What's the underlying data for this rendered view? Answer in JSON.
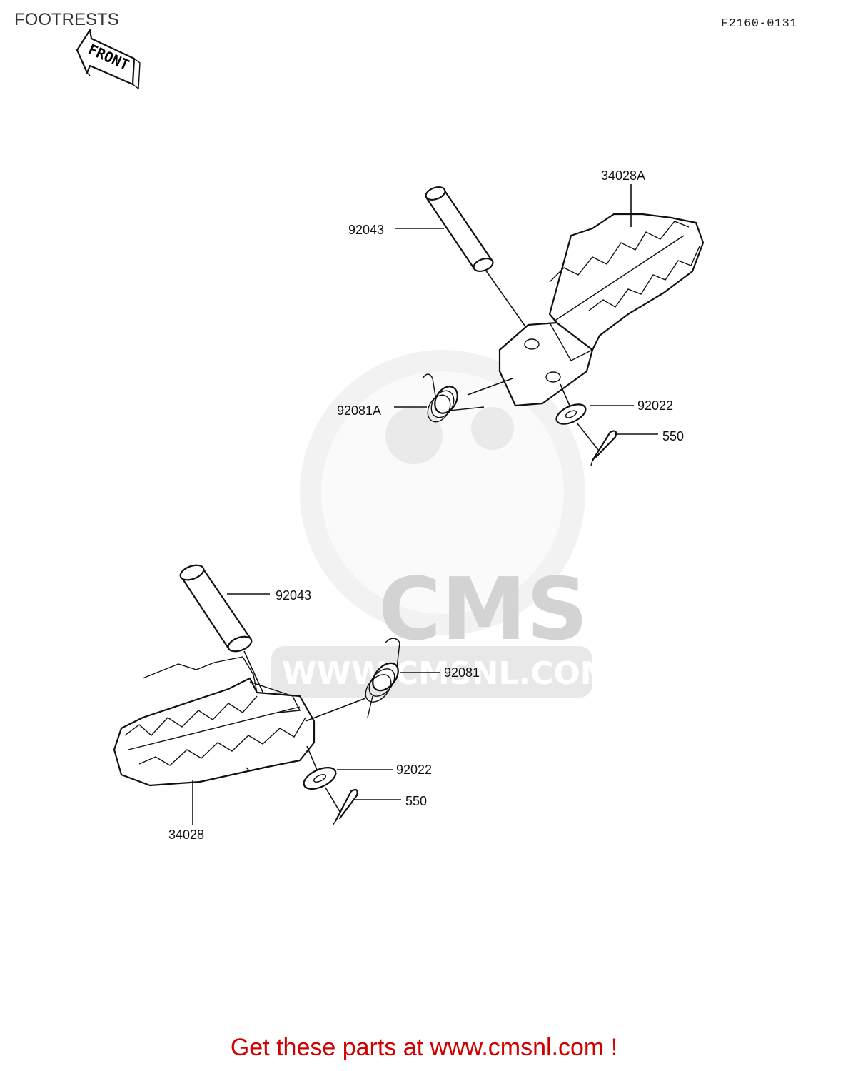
{
  "title": "FOOTRESTS",
  "figure_code": "F2160-0131",
  "front_arrow_label": "FRONT",
  "watermark": {
    "logo_text": "CMS",
    "url_text": "WWW.CMSNL.COM"
  },
  "footer": "Get these parts at www.cmsnl.com !",
  "callouts": {
    "upper": {
      "footrest": "34028A",
      "pin": "92043",
      "spring": "92081A",
      "washer": "92022",
      "cotter_pin": "550"
    },
    "lower": {
      "pin": "92043",
      "spring": "92081",
      "washer": "92022",
      "cotter_pin": "550",
      "footrest": "34028"
    }
  }
}
